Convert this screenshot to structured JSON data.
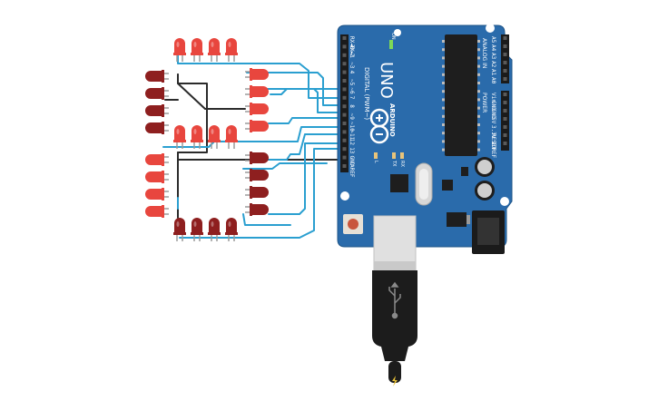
{
  "board": {
    "model": "UNO",
    "brand": "ARDUINO",
    "digital_header_label": "DIGITAL (PWM~)",
    "analog_header_label": "ANALOG IN",
    "power_header_label": "POWER",
    "on_label": "ON",
    "l_label": "L",
    "tx_label": "TX",
    "rx_label": "RX",
    "digital_pins": [
      "RX◄0",
      "TX►1",
      "2",
      "~3",
      "4",
      "~5",
      "~6",
      "7",
      "8",
      "~9",
      "~10",
      "~11",
      "12",
      "13",
      "GND",
      "AREF"
    ],
    "analog_pins": [
      "A5",
      "A4",
      "A3",
      "A2",
      "A1",
      "A0"
    ],
    "power_pins": [
      "Vin",
      "GND",
      "GND",
      "5V",
      "3.3V",
      "RESET",
      "IOREF"
    ]
  },
  "leds": {
    "color": "#e8463e",
    "off_color": "#8e1f1f",
    "groups": [
      {
        "name": "top-row",
        "count": 4,
        "state": "lit"
      },
      {
        "name": "left-upper-column",
        "count": 4,
        "state": "off"
      },
      {
        "name": "right-upper-column",
        "count": 4,
        "state": "lit"
      },
      {
        "name": "middle-row",
        "count": 4,
        "state": "lit"
      },
      {
        "name": "left-lower-column",
        "count": 4,
        "state": "lit"
      },
      {
        "name": "right-lower-column",
        "count": 4,
        "state": "off"
      },
      {
        "name": "bottom-row",
        "count": 4,
        "state": "off"
      }
    ]
  },
  "wires": {
    "signal_color": "#2a9fd0",
    "ground_color": "#2b2b2b"
  },
  "usb_cable": {
    "plug_color": "#e0e0e0",
    "body_color": "#1c1c1c"
  }
}
